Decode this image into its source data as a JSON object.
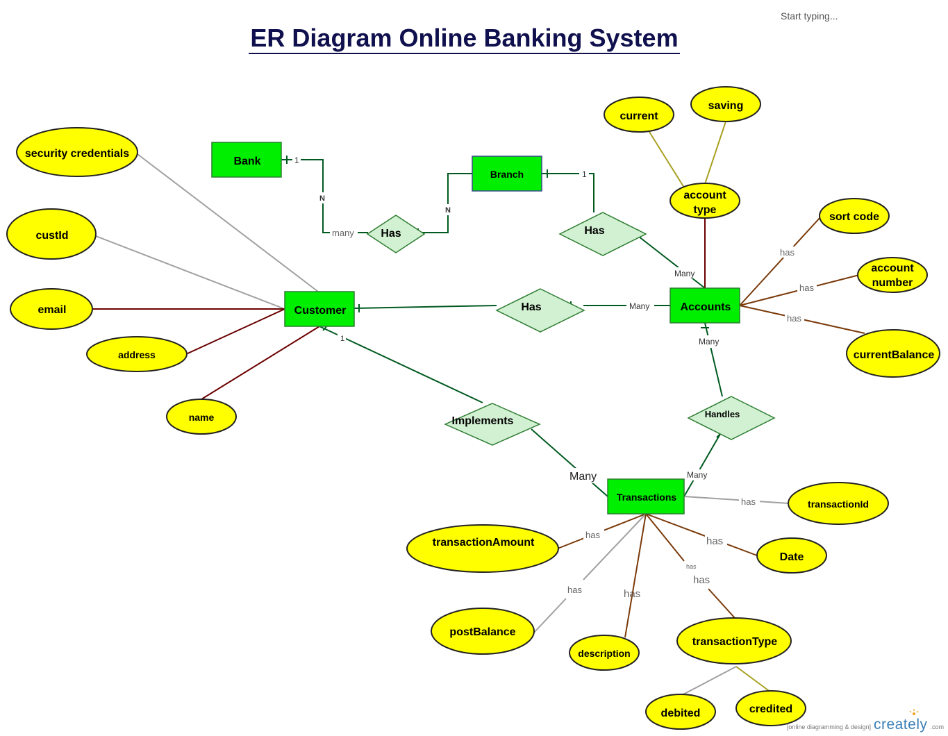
{
  "header": {
    "title": "ER Diagram Online Banking System",
    "prompt": "Start typing..."
  },
  "entities": {
    "bank": "Bank",
    "branch": "Branch",
    "customer": "Customer",
    "accounts": "Accounts",
    "transactions": "Transactions"
  },
  "relationships": {
    "bank_branch": "Has",
    "branch_accounts": "Has",
    "customer_accounts": "Has",
    "implements": "Implements",
    "handles": "Handles"
  },
  "attributes": {
    "security_credentials": "security credentials",
    "cust_id": "custId",
    "email": "email",
    "address": "address",
    "name": "name",
    "current": "current",
    "saving": "saving",
    "account_type_1": "account",
    "account_type_2": "type",
    "sort_code": "sort code",
    "account_number_1": "account",
    "account_number_2": "number",
    "current_balance": "currentBalance",
    "transaction_id": "transactionId",
    "date": "Date",
    "transaction_amount": "transactionAmount",
    "post_balance": "postBalance",
    "description": "description",
    "transaction_type": "transactionType",
    "debited": "debited",
    "credited": "credited"
  },
  "cardinalities": {
    "bank_one": "1",
    "bank_n": "N",
    "bank_many": "many",
    "branch_n": "N",
    "branch_one": "1",
    "branch_accounts_many": "Many",
    "customer_accounts_many": "Many",
    "accounts_handles_many": "Many",
    "customer_one": "1",
    "implements_many": "Many",
    "handles_many": "Many"
  },
  "edge_labels": {
    "has": "has"
  },
  "brand": {
    "tagline": "[online diagramming & design]",
    "logo": "creately",
    "suffix": ".com"
  },
  "colors": {
    "entity_fill": "#00ee00",
    "attribute_fill": "#ffff00",
    "relationship_fill": "#d2f0d2",
    "connector_green": "#005a20",
    "connector_maroon": "#6b0000",
    "connector_brown": "#7a3a0a",
    "connector_gray": "#a0a0a0",
    "connector_olive": "#a8a020",
    "title": "#10104e"
  }
}
